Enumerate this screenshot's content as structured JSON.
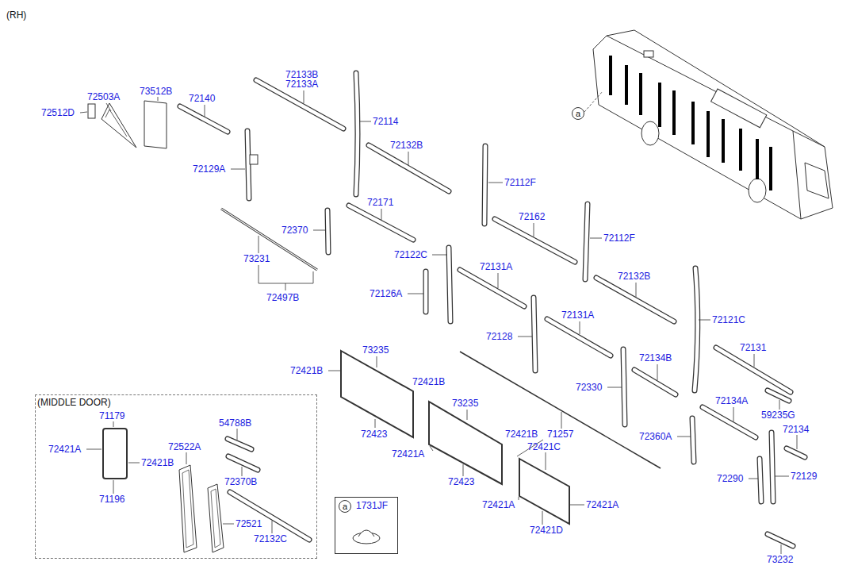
{
  "diagram": {
    "nodes": [
      {
        "text": [
          "(MIDDLE DOOR)"
        ]
      },
      {
        "text": [
          "a"
        ]
      },
      {
        "text": [
          "1731JF"
        ]
      },
      {
        "text": [
          "a"
        ],
        "in": 2
      }
    ],
    "labels": [
      "(RH)",
      "72512D",
      "72503A",
      "73512B",
      "72140",
      "72133B",
      "72133A",
      "72114",
      "72132B",
      "72129A",
      "72112F",
      "72171",
      "72370",
      "72162",
      "72112F",
      "72122C",
      "72131A",
      "73231",
      "72132B",
      "72126A",
      "72497B",
      "72131A",
      "72121C",
      "72128",
      "73235",
      "72421B",
      "72134B",
      "72131",
      "72330",
      "72421B",
      "73235",
      "72134A",
      "59235G",
      "71179",
      "54788B",
      "72423",
      "72421B",
      "71257",
      "72134",
      "72360A",
      "72522A",
      "72421C",
      "72421A",
      "72421B",
      "72421A",
      "72370B",
      "72423",
      "72290",
      "72129",
      "71196",
      "72421A",
      "72421A",
      "72521",
      "72421D",
      "72132C",
      "73232"
    ]
  }
}
